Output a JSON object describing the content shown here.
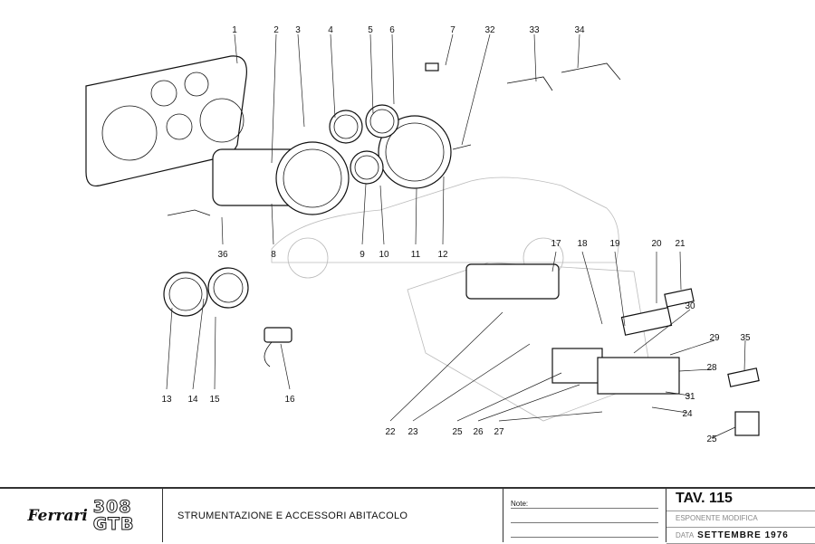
{
  "callouts": {
    "c1": "1",
    "c2": "2",
    "c3": "3",
    "c4": "4",
    "c5": "5",
    "c6": "6",
    "c7": "7",
    "c32": "32",
    "c33": "33",
    "c34": "34",
    "c36": "36",
    "c8": "8",
    "c9": "9",
    "c10": "10",
    "c11": "11",
    "c12": "12",
    "c17": "17",
    "c18": "18",
    "c19": "19",
    "c20": "20",
    "c21": "21",
    "c30": "30",
    "c29": "29",
    "c28": "28",
    "c35": "35",
    "c31": "31",
    "c24": "24",
    "c25b": "25",
    "c13": "13",
    "c14": "14",
    "c15": "15",
    "c16": "16",
    "c22": "22",
    "c23": "23",
    "c25": "25",
    "c26": "26",
    "c27": "27"
  },
  "titleblock": {
    "brand": "Ferrari",
    "model_top": "308",
    "model_bottom": "GTB",
    "description": "STRUMENTAZIONE E ACCESSORI ABITACOLO",
    "notes_label": "Note:",
    "table_label": "TAV. 115",
    "modification_label": "ESPONENTE MODIFICA",
    "date_label": "DATA",
    "date_value": "SETTEMBRE 1976"
  }
}
